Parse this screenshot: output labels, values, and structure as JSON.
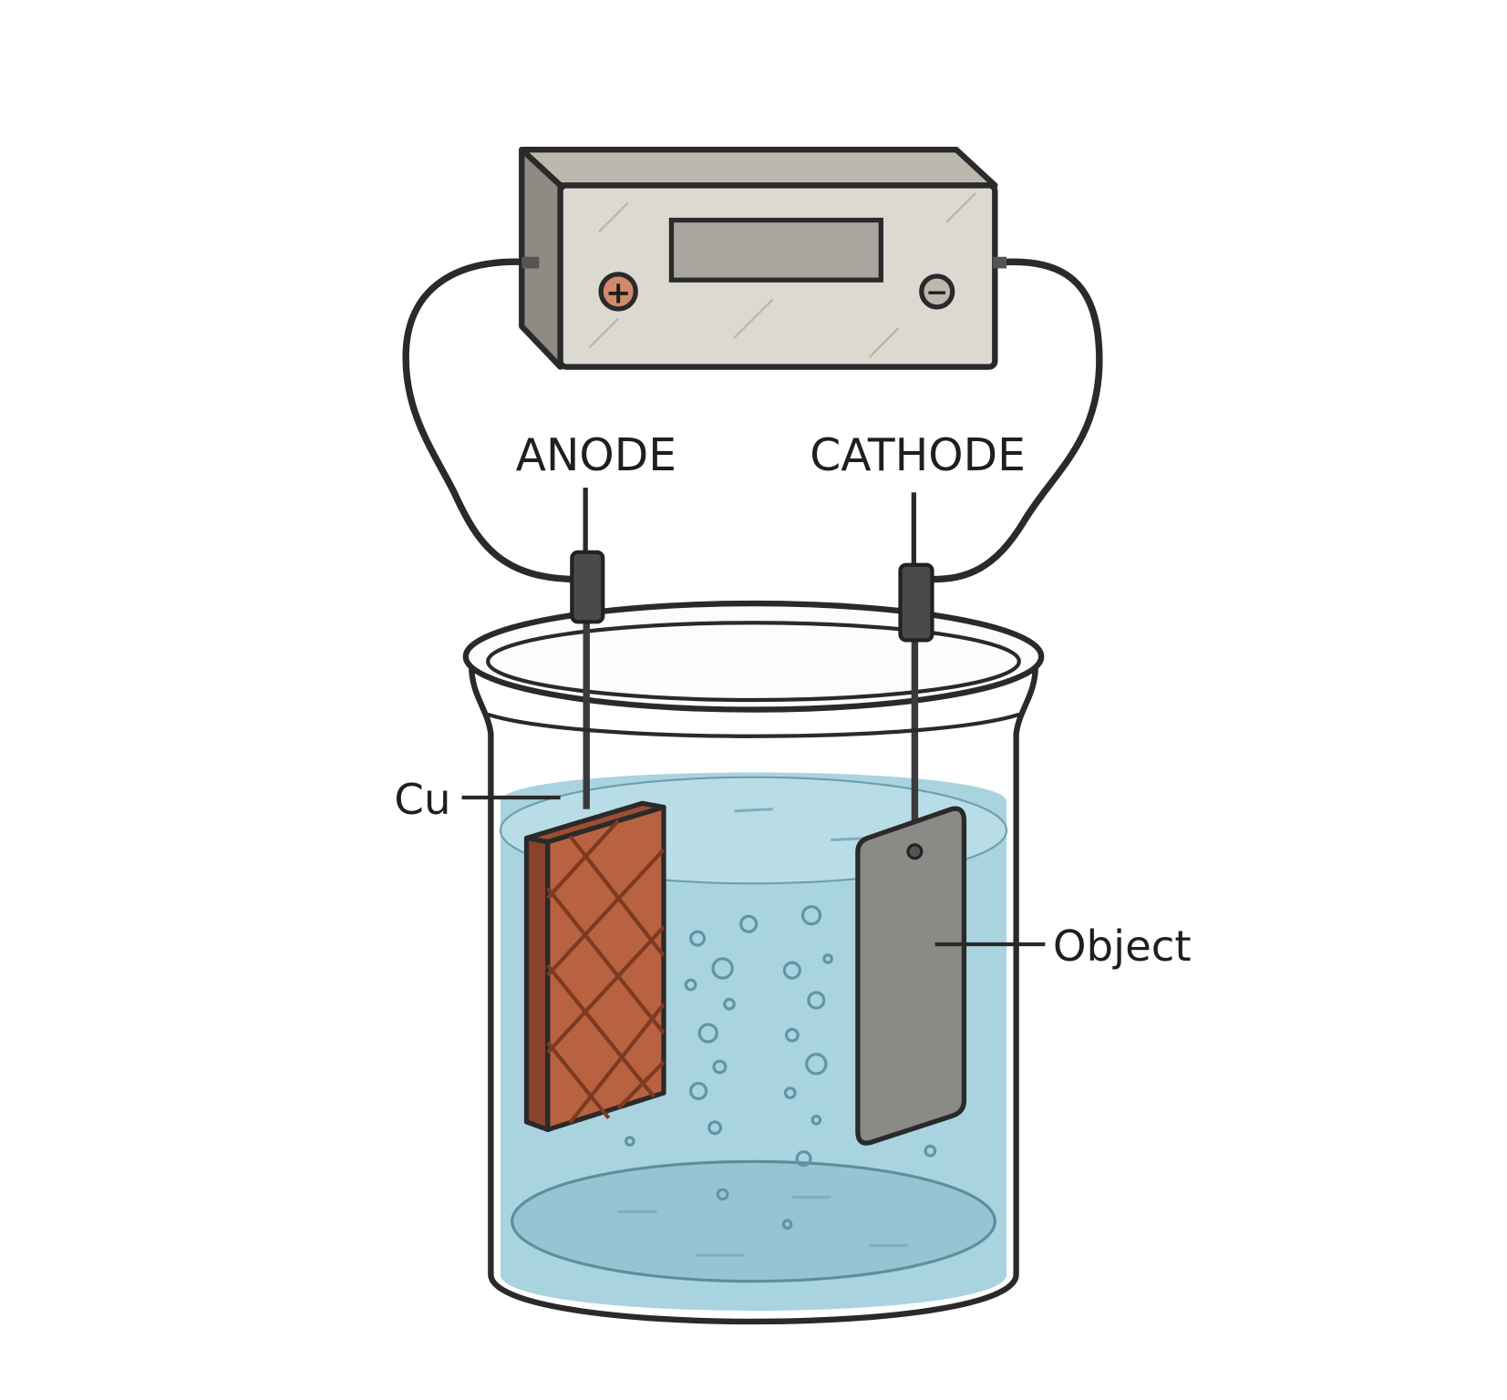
{
  "title": "Electroplating setup",
  "labels": {
    "anode": "ANODE",
    "cathode": "CATHODE",
    "anode_material": "Cu",
    "cathode_item": "Object"
  },
  "power_supply": {
    "positive_terminal": "+",
    "negative_terminal": "−"
  },
  "colors": {
    "copper": "#b9623f",
    "object": "#8a8a86",
    "solution": "#a9d3df",
    "power_supply": "#dcd9d1",
    "outline": "#2a2a2a"
  }
}
